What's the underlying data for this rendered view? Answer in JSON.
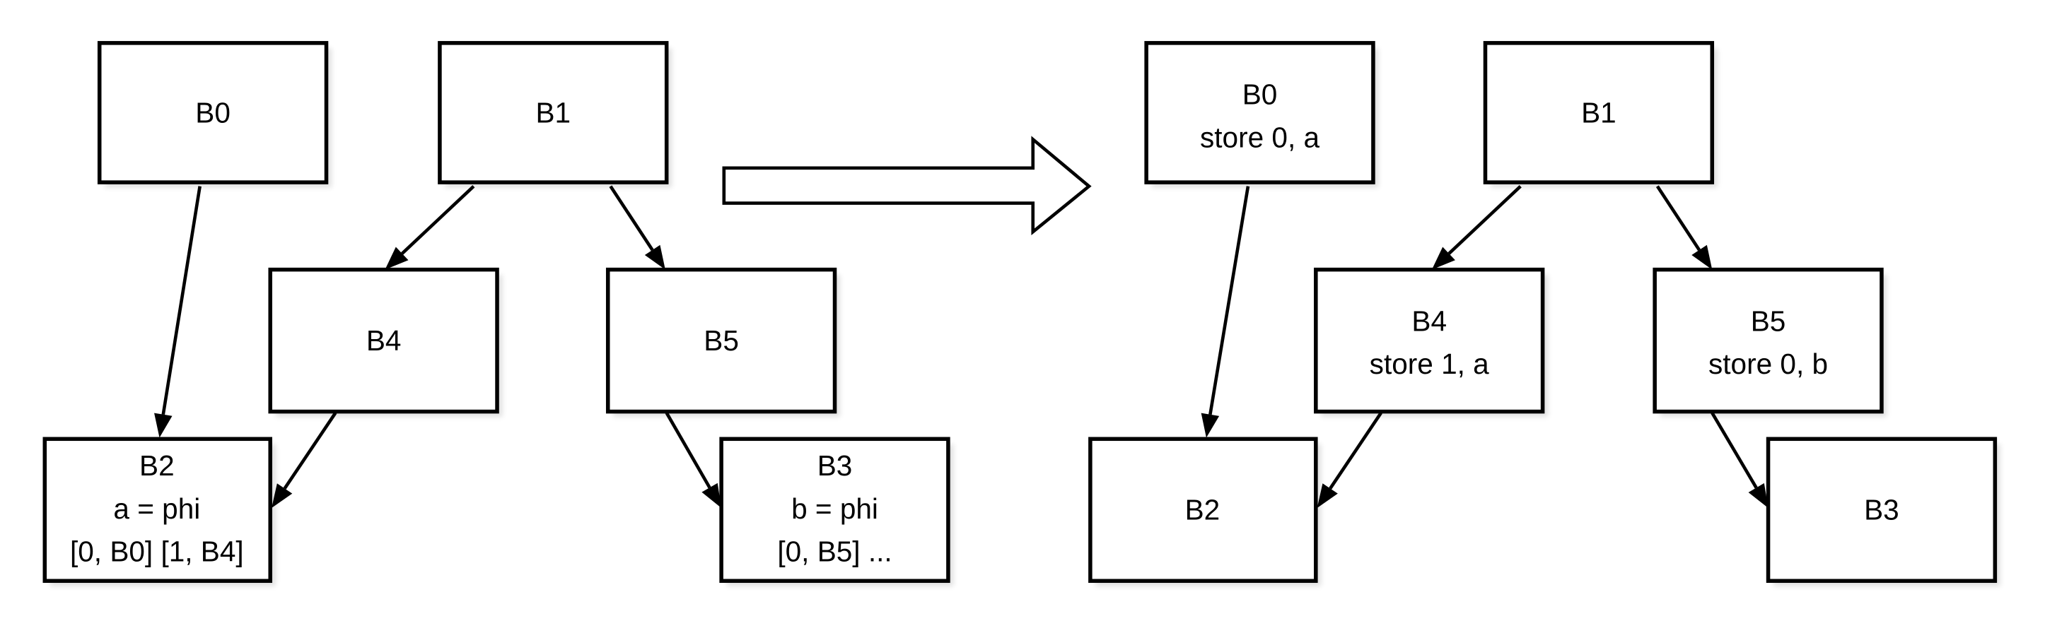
{
  "before": {
    "B0": [
      "B0"
    ],
    "B1": [
      "B1"
    ],
    "B4": [
      "B4"
    ],
    "B5": [
      "B5"
    ],
    "B2": [
      "B2",
      "a = phi",
      "[0, B0] [1, B4]"
    ],
    "B3": [
      "B3",
      "b = phi",
      "[0, B5] ..."
    ]
  },
  "after": {
    "B0": [
      "B0",
      "store 0, a"
    ],
    "B1": [
      "B1"
    ],
    "B4": [
      "B4",
      "store 1, a"
    ],
    "B5": [
      "B5",
      "store 0, b"
    ],
    "B2": [
      "B2"
    ],
    "B3": [
      "B3"
    ]
  },
  "edges": [
    [
      "B0",
      "B2"
    ],
    [
      "B1",
      "B4"
    ],
    [
      "B1",
      "B5"
    ],
    [
      "B4",
      "B2"
    ],
    [
      "B5",
      "B3"
    ]
  ]
}
